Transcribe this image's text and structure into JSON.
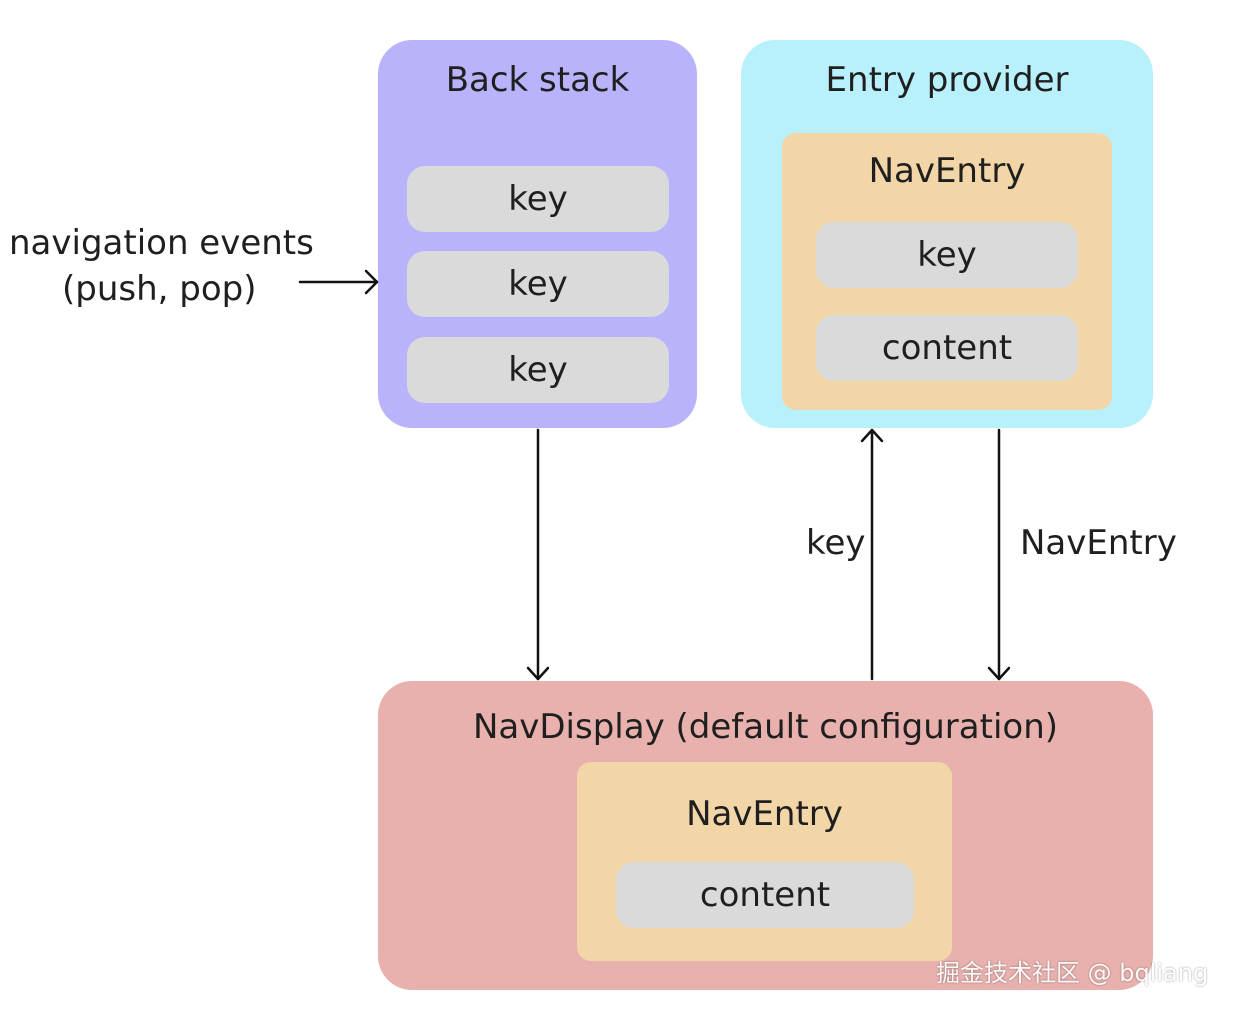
{
  "back_stack": {
    "title": "Back stack",
    "keys": [
      "key",
      "key",
      "key"
    ]
  },
  "entry_provider": {
    "title": "Entry provider",
    "nav_entry": {
      "title": "NavEntry",
      "key": "key",
      "content": "content"
    }
  },
  "nav_display": {
    "title": "NavDisplay (default configuration)",
    "nav_entry": {
      "title": "NavEntry",
      "content": "content"
    }
  },
  "arrow_labels": {
    "events_line1": "navigation events",
    "events_line2": "(push, pop)",
    "key": "key",
    "nav_entry": "NavEntry"
  },
  "watermark": "掘金技术社区 @ bqliang",
  "colors": {
    "back_stack": "#b9b3fb",
    "entry_provider": "#b8f1fb",
    "nav_entry": "#f3d6a8",
    "nav_display": "#e8b1ae",
    "pill": "#dadada",
    "arrow": "#111111"
  }
}
